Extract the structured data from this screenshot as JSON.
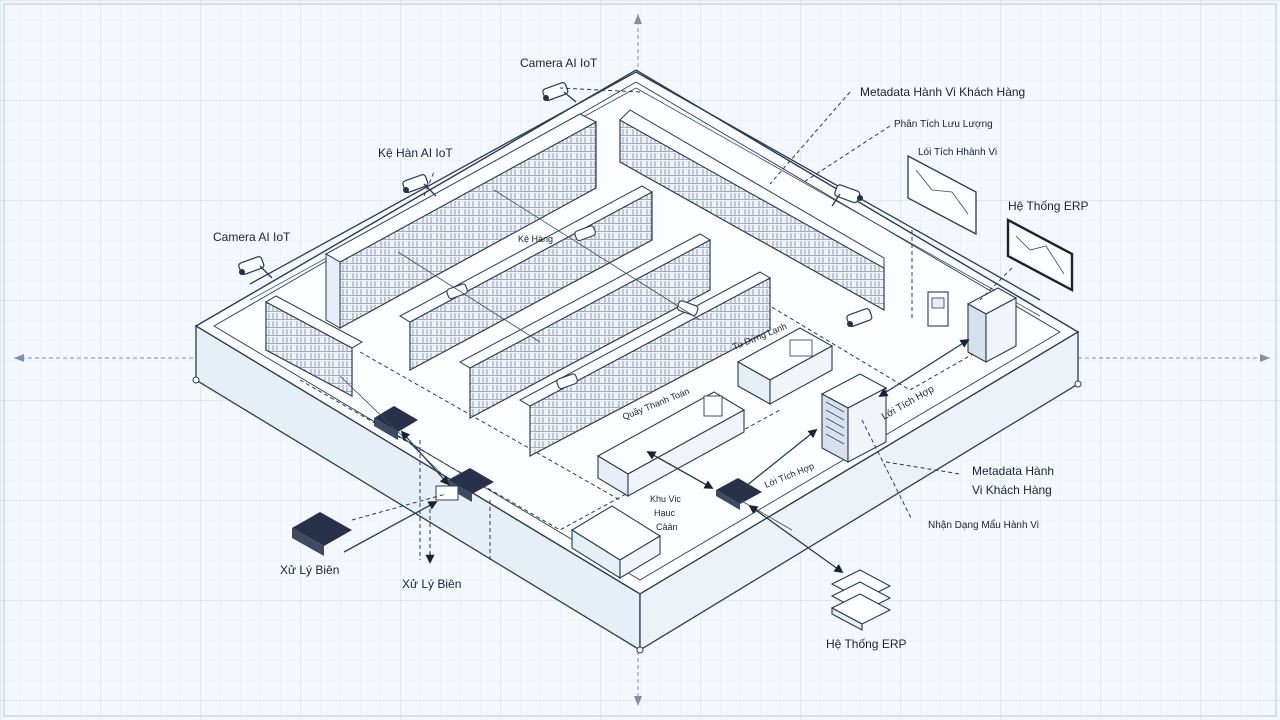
{
  "labels": {
    "camera_top": "Camera AI IoT",
    "camera_left": "Camera AI IoT",
    "shelf_top": "Kệ Hàn AI IoT",
    "shelf_mid": "Kệ Hàng",
    "metadata_top": "Metadata Hành Vi Khách Hàng",
    "flow_analysis": "Phân Tích Lưu Lượng",
    "behavior_grid": "Lói Tích Hhành Vi",
    "erp_top": "Hệ Thống ERP",
    "fridge": "Tu Dứng Lạnh",
    "integration_right": "Lới Tích Hợp",
    "checkout": "Quầy Thanh Toán",
    "integration_center": "Lới Tích Hợp",
    "zone_line1": "Khu Vic",
    "zone_line2": "Hạuc",
    "zone_line3": "Cảản",
    "metadata_right_line1": "Metadata Hành",
    "metadata_right_line2": "Vi Khách Hàng",
    "pattern_recognition": "Nhận Dạng Mẩu Hành Vi",
    "edge_left": "Xử Lý Biên",
    "edge_right": "Xử Lý Biên",
    "erp_bottom": "Hệ Thống ERP"
  }
}
